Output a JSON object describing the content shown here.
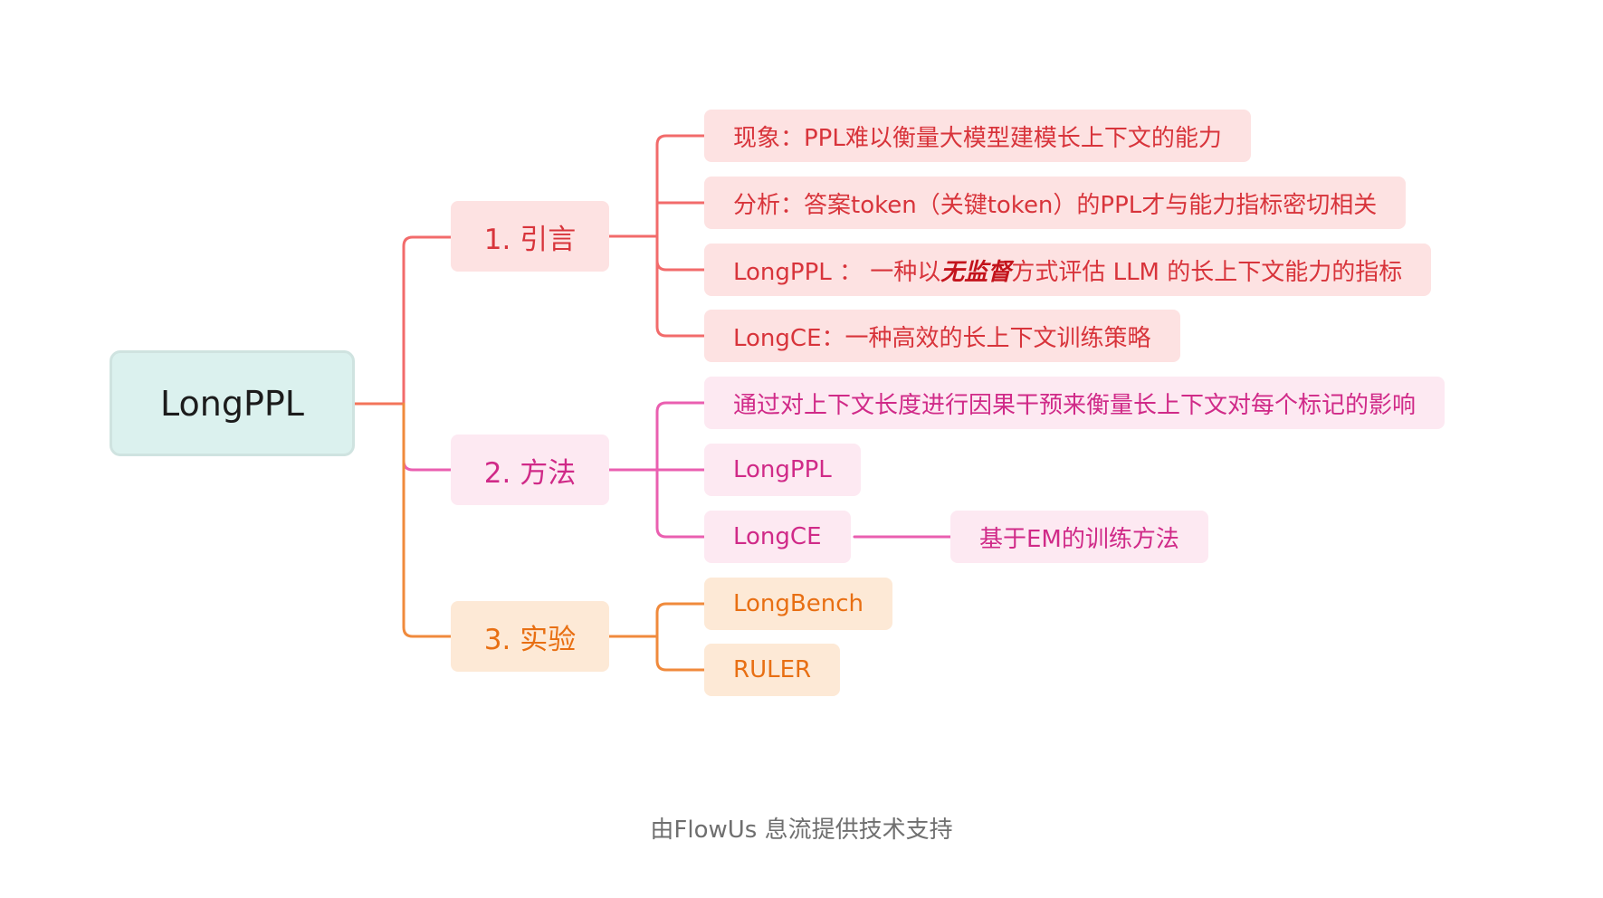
{
  "root": {
    "label": "LongPPL"
  },
  "branches": [
    {
      "label": "1. 引言",
      "color": "#f26b6b",
      "children": [
        {
          "label": "现象：PPL难以衡量大模型建模长上下文的能力"
        },
        {
          "label": "分析：答案token（关键token）的PPL才与能力指标密切相关"
        },
        {
          "label_pre": "LongPPL ： 一种以",
          "label_emph": "无监督",
          "label_post": "方式评估 LLM 的长上下文能力的指标"
        },
        {
          "label": "LongCE：一种高效的长上下文训练策略"
        }
      ]
    },
    {
      "label": "2. 方法",
      "color": "#ea5fb0",
      "children": [
        {
          "label": "通过对上下文长度进行因果干预来衡量长上下文对每个标记的影响"
        },
        {
          "label": "LongPPL"
        },
        {
          "label": "LongCE",
          "children": [
            {
              "label": "基于EM的训练方法"
            }
          ]
        }
      ]
    },
    {
      "label": "3. 实验",
      "color": "#f08a3c",
      "children": [
        {
          "label": "LongBench"
        },
        {
          "label": "RULER"
        }
      ]
    }
  ],
  "footer": "由FlowUs 息流提供技术支持"
}
